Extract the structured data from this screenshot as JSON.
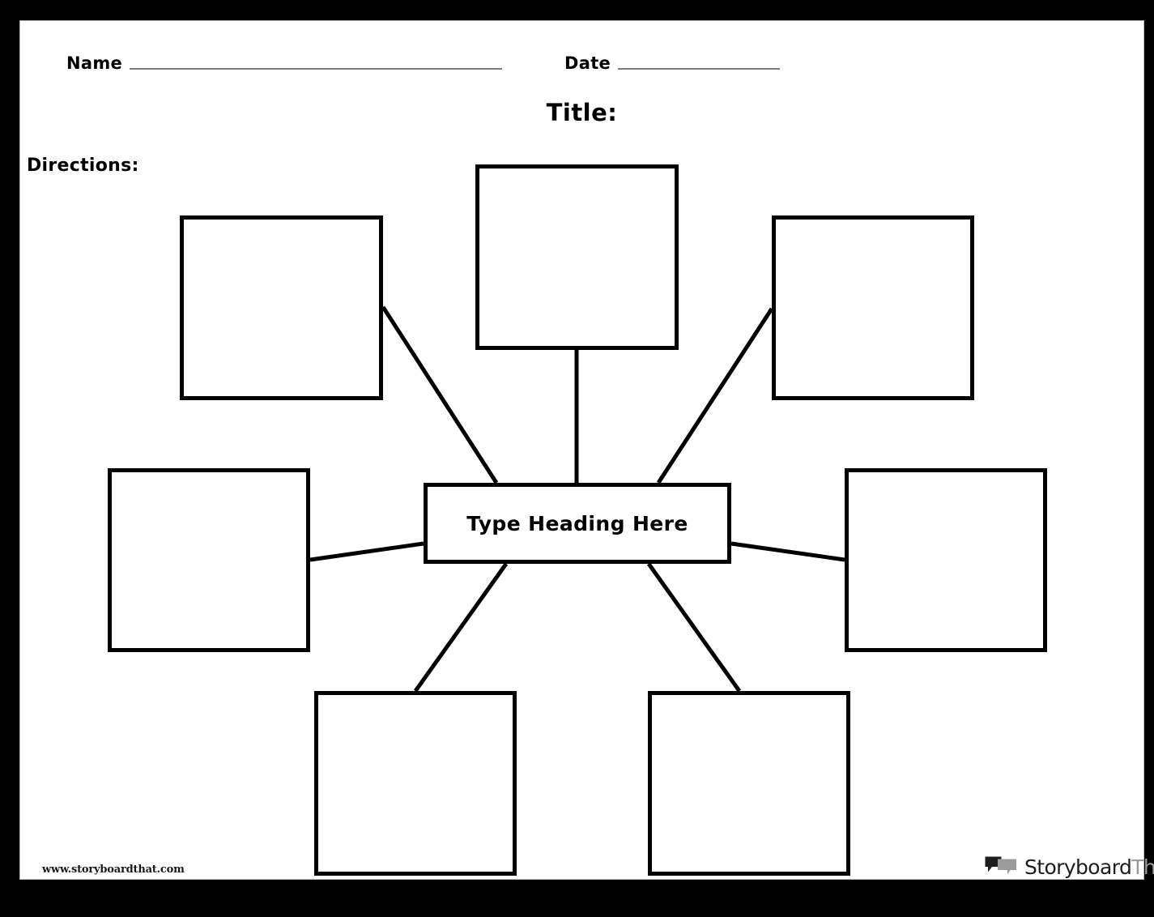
{
  "page": {
    "background_color": "#000000",
    "sheet_color": "#ffffff",
    "ink_color": "#000000",
    "rule_color": "#7c7c7c"
  },
  "header": {
    "name_label": "Name",
    "date_label": "Date",
    "name_value": "",
    "date_value": "",
    "title_label": "Title:",
    "title_value": "",
    "directions_label": "Directions:",
    "directions_value": ""
  },
  "diagram": {
    "type": "spider-web-graphic-organizer",
    "center": {
      "label": "Type Heading Here",
      "value": ""
    },
    "nodes": [
      {
        "name": "node-top-left",
        "value": ""
      },
      {
        "name": "node-top-center",
        "value": ""
      },
      {
        "name": "node-top-right",
        "value": ""
      },
      {
        "name": "node-middle-left",
        "value": ""
      },
      {
        "name": "node-middle-right",
        "value": ""
      },
      {
        "name": "node-bottom-left",
        "value": ""
      },
      {
        "name": "node-bottom-right",
        "value": ""
      }
    ],
    "connector_count": 7
  },
  "footer": {
    "site_url": "www.storyboardthat.com",
    "brand_primary": "Storyboard",
    "brand_secondary": "That",
    "brand_primary_color": "#1d1d1d",
    "brand_secondary_color": "#9b9b9b"
  }
}
